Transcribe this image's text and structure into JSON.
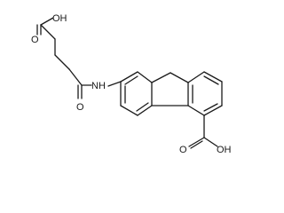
{
  "labels": {
    "oh_top": "OH",
    "o_top": "O",
    "nh": "NH",
    "o_amide": "O",
    "o_bottom": "O",
    "oh_bottom": "OH"
  },
  "colors": {
    "bond": "#1a1a1a",
    "text": "#1a1a1a",
    "background": "#ffffff"
  }
}
